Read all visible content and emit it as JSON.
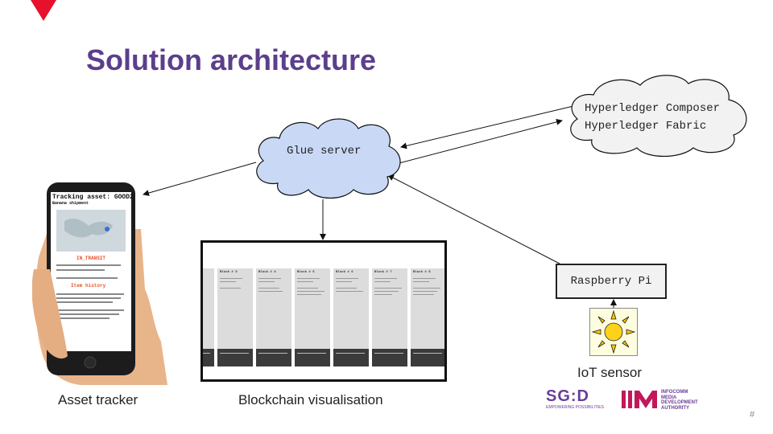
{
  "slide": {
    "title": "Solution architecture",
    "page_number": "#"
  },
  "nodes": {
    "glue_server": "Glue server",
    "hyperledger_line1": "Hyperledger Composer",
    "hyperledger_line2": "Hyperledger Fabric",
    "raspberry_pi": "Raspberry Pi"
  },
  "captions": {
    "asset_tracker": "Asset tracker",
    "blockchain_viz": "Blockchain visualisation",
    "iot_sensor": "IoT sensor"
  },
  "phone": {
    "title": "Tracking asset: GOOD2",
    "subtitle": "Banana shipment",
    "status": "IN_TRANSIT",
    "history_heading": "Item history"
  },
  "blockchain_blocks": [
    "Block # 3",
    "Block # 4",
    "Block # 5",
    "Block # 6",
    "Block # 7",
    "Block # 8"
  ],
  "logos": {
    "sgd_text": "SG:D",
    "sgd_tagline": "EMPOWERING POSSIBILITIES",
    "imda_line1": "INFOCOMM",
    "imda_line2": "MEDIA",
    "imda_line3": "DEVELOPMENT",
    "imda_line4": "AUTHORITY"
  },
  "colors": {
    "title": "#5b3f8c",
    "glue_cloud": "#c9d9f5",
    "accent_red": "#e8112d",
    "imda_magenta": "#c2185b",
    "sgd_purple": "#6a3d9a"
  }
}
